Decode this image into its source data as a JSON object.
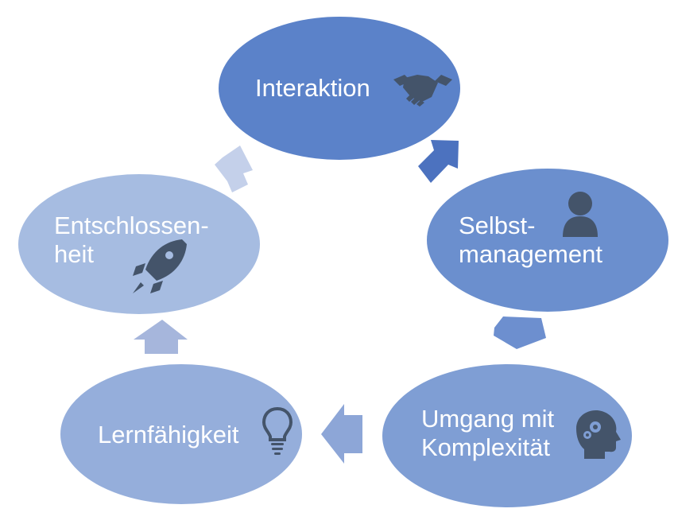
{
  "diagram": {
    "type": "cycle",
    "nodes": [
      {
        "id": "interaktion",
        "lines": [
          "Interaktion"
        ],
        "icon": "handshake-icon",
        "fill": "#5b82c9"
      },
      {
        "id": "selbstmanagement",
        "lines": [
          "Selbst-",
          "management"
        ],
        "icon": "person-icon",
        "fill": "#6b8fce"
      },
      {
        "id": "komplexitaet",
        "lines": [
          "Umgang mit",
          "Komplexität"
        ],
        "icon": "head-gears-icon",
        "fill": "#7f9ed4"
      },
      {
        "id": "lernfaehigkeit",
        "lines": [
          "Lernfähigkeit"
        ],
        "icon": "lightbulb-icon",
        "fill": "#95aedb"
      },
      {
        "id": "entschlossenheit",
        "lines": [
          "Entschlossen-",
          "heit"
        ],
        "icon": "rocket-icon",
        "fill": "#a6bce1"
      }
    ],
    "arrows": [
      {
        "from": "interaktion",
        "to": "selbstmanagement",
        "fill": "#4c72bf"
      },
      {
        "from": "selbstmanagement",
        "to": "komplexitaet",
        "fill": "#6d8fcf"
      },
      {
        "from": "komplexitaet",
        "to": "lernfaehigkeit",
        "fill": "#8da6d7"
      },
      {
        "from": "lernfaehigkeit",
        "to": "entschlossenheit",
        "fill": "#a6b6dc"
      },
      {
        "from": "entschlossenheit",
        "to": "interaktion",
        "fill": "#c4d0ea"
      }
    ],
    "icon_color": "#44546a"
  }
}
